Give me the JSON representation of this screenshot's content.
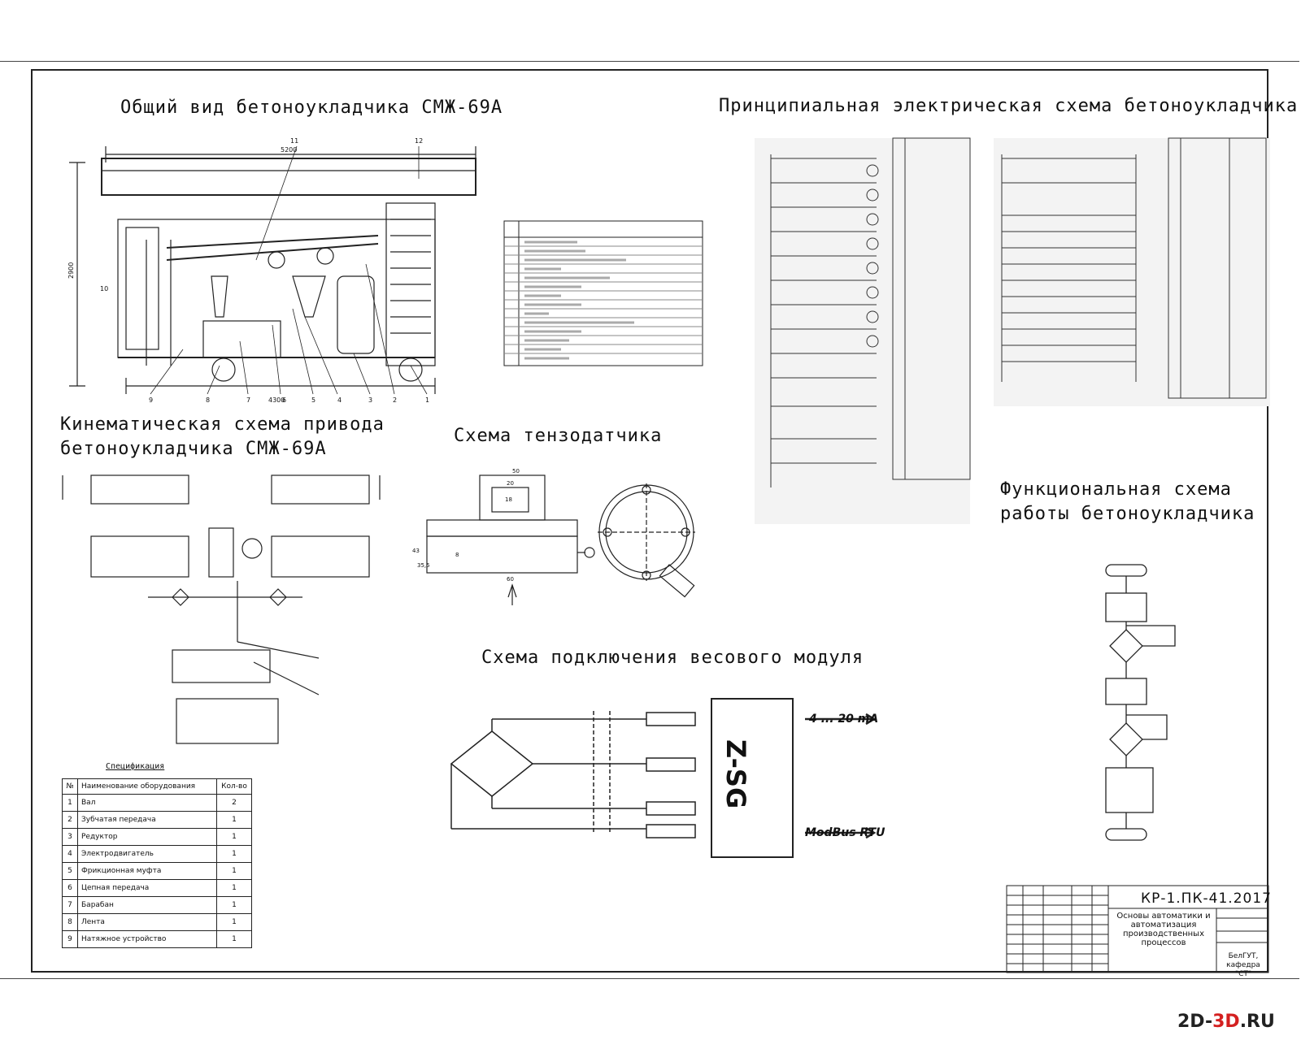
{
  "titles": {
    "general_view": "Общий вид бетоноукладчика СМЖ-69А",
    "electric_scheme": "Принципиальная электрическая схема бетоноукладчика",
    "kinematic_line1": "Кинематическая схема привода",
    "kinematic_line2": "бетоноукладчика СМЖ-69А",
    "strain_gauge": "Схема тензодатчика",
    "weight_module": "Схема подключения весового модуля",
    "functional_line1": "Функциональная схема",
    "functional_line2": "работы бетоноукладчика"
  },
  "general_view": {
    "dim_top": "5200",
    "dim_bottom": "4300",
    "dim_side": "2900",
    "callouts_top": [
      "11",
      "12"
    ],
    "callout_side": "10",
    "callouts_bottom": [
      "9",
      "8",
      "7",
      "6",
      "5",
      "4",
      "3",
      "2",
      "1"
    ]
  },
  "strain_gauge": {
    "dims_top": [
      "50",
      "20",
      "18"
    ],
    "dims_side": [
      "43",
      "35,5",
      "8"
    ],
    "dim_bottom": "60"
  },
  "weight_module": {
    "module_label": "Z-SG",
    "output_analog": "4 ... 20 mA",
    "output_digital": "ModBus RTU"
  },
  "specification": {
    "title": "Спецификация",
    "headers": [
      "№",
      "Наименование оборудования",
      "Кол-во"
    ],
    "rows": [
      {
        "n": "1",
        "name": "Вал",
        "qty": "2"
      },
      {
        "n": "2",
        "name": "Зубчатая передача",
        "qty": "1"
      },
      {
        "n": "3",
        "name": "Редуктор",
        "qty": "1"
      },
      {
        "n": "4",
        "name": "Электродвигатель",
        "qty": "1"
      },
      {
        "n": "5",
        "name": "Фрикционная муфта",
        "qty": "1"
      },
      {
        "n": "6",
        "name": "Цепная передача",
        "qty": "1"
      },
      {
        "n": "7",
        "name": "Барабан",
        "qty": "1"
      },
      {
        "n": "8",
        "name": "Лента",
        "qty": "1"
      },
      {
        "n": "9",
        "name": "Натяжное устройство",
        "qty": "1"
      }
    ]
  },
  "stamp": {
    "code": "КР-1.ПК-41.2017",
    "description": "Основы автоматики и автоматизация производственных процессов",
    "organization_line1": "БелГУТ,",
    "organization_line2": "кафедра \"СТ\""
  },
  "watermark": {
    "part1": "2D-",
    "part2": "3D",
    "part3": ".RU"
  }
}
